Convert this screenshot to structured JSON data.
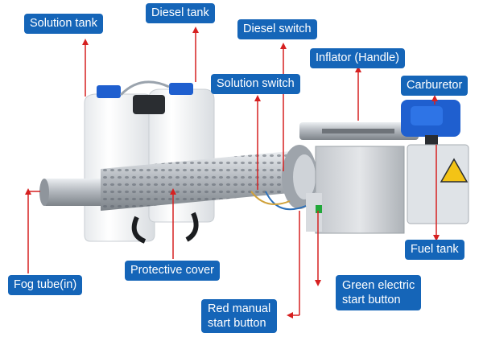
{
  "labels": {
    "solution_tank": "Solution tank",
    "diesel_tank": "Diesel tank",
    "diesel_switch": "Diesel switch",
    "inflator": "Inflator (Handle)",
    "carburetor": "Carburetor",
    "solution_switch": "Solution switch",
    "fuel_tank": "Fuel tank",
    "fog_tube": "Fog tube(in)",
    "protective_cover": "Protective cover",
    "green_button_line1": "Green electric",
    "green_button_line2": "start button",
    "red_button_line1": "Red manual",
    "red_button_line2": "start button"
  },
  "colors": {
    "label_bg": "#1565b8",
    "label_text": "#ffffff",
    "arrow": "#d62020",
    "metal": "#c9cdd2",
    "tank_plastic": "#f4f6f8",
    "blue_caps": "#1f5fcf",
    "green_button": "#22a83a"
  }
}
